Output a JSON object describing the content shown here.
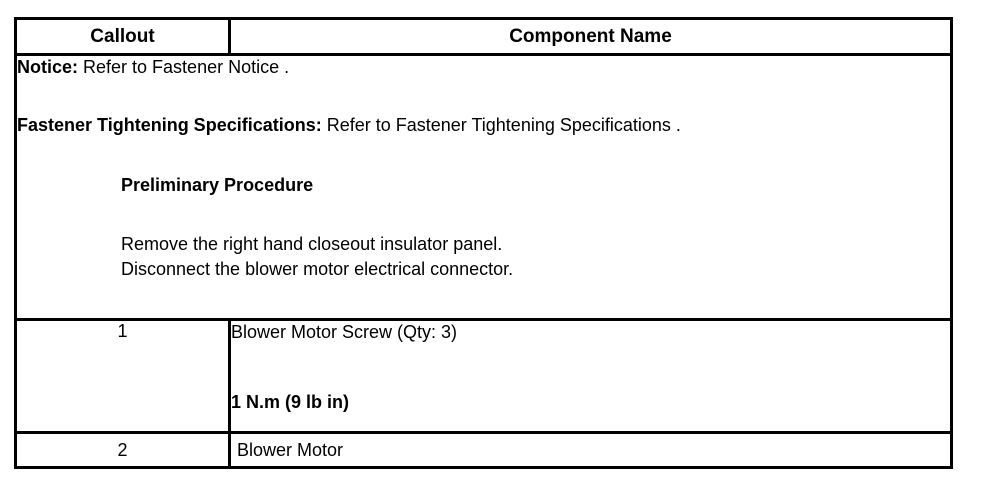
{
  "document": {
    "type": "service-procedure-callout-table"
  },
  "table": {
    "headers": {
      "callout": "Callout",
      "component_name": "Component Name"
    },
    "notice_block": {
      "notice_label": "Notice:",
      "notice_text": " Refer to Fastener Notice .",
      "fastener_label": "Fastener Tightening Specifications:",
      "fastener_text": " Refer to Fastener Tightening Specifications .",
      "preliminary_heading": "Preliminary Procedure",
      "steps": [
        "Remove the right hand closeout insulator panel.",
        "Disconnect the blower motor electrical connector."
      ]
    },
    "rows": [
      {
        "callout": "1",
        "name": "Blower Motor Screw (Qty: 3)",
        "torque": "1 N.m (9 lb in)"
      },
      {
        "callout": "2",
        "name": "Blower Motor",
        "torque": ""
      }
    ]
  },
  "colors": {
    "border": "#000000",
    "text": "#000000",
    "background": "#ffffff"
  }
}
